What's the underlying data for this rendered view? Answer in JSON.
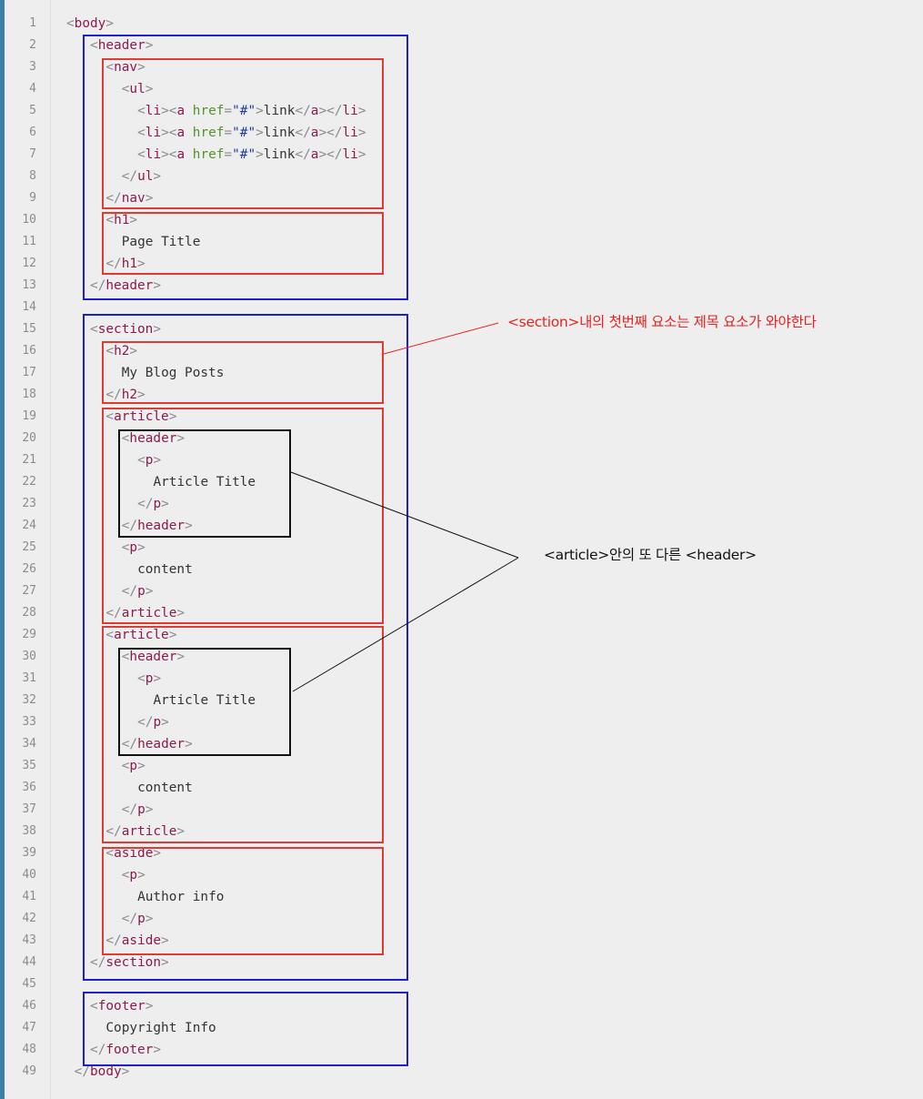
{
  "line_numbers": [
    "1",
    "2",
    "3",
    "4",
    "5",
    "6",
    "7",
    "8",
    "9",
    "10",
    "11",
    "12",
    "13",
    "14",
    "15",
    "16",
    "17",
    "18",
    "19",
    "20",
    "21",
    "22",
    "23",
    "24",
    "25",
    "26",
    "27",
    "28",
    "29",
    "30",
    "31",
    "32",
    "33",
    "34",
    "35",
    "36",
    "37",
    "38",
    "39",
    "40",
    "41",
    "42",
    "43",
    "44",
    "45",
    "46",
    "47",
    "48",
    "49"
  ],
  "code": {
    "tag_body": "body",
    "tag_header": "header",
    "tag_nav": "nav",
    "tag_ul": "ul",
    "tag_li": "li",
    "tag_a": "a",
    "attr_href": "href",
    "href_value": "\"#\"",
    "link_text": "link",
    "tag_h1": "h1",
    "page_title": "Page Title",
    "tag_section": "section",
    "tag_h2": "h2",
    "blog_posts": "My Blog Posts",
    "tag_article": "article",
    "tag_p": "p",
    "article_title": "Article Title",
    "content": "content",
    "tag_aside": "aside",
    "author_info": "Author info",
    "tag_footer": "footer",
    "copyright": "Copyright Info"
  },
  "annotations": {
    "section_note": "<section>내의 첫번째 요소는 제목 요소가 와야한다",
    "section_note_color": "#e8231f",
    "article_note": "<article>안의 또 다른 <header>",
    "article_note_color": "#111111"
  },
  "colors": {
    "box_blue": "#1d1dd6",
    "box_red": "#df3b35",
    "box_black": "#111111",
    "tag": "#8b1a4e",
    "attr": "#54912a",
    "value": "#1a3d9e",
    "gutter_accent": "#3d7fa6"
  }
}
